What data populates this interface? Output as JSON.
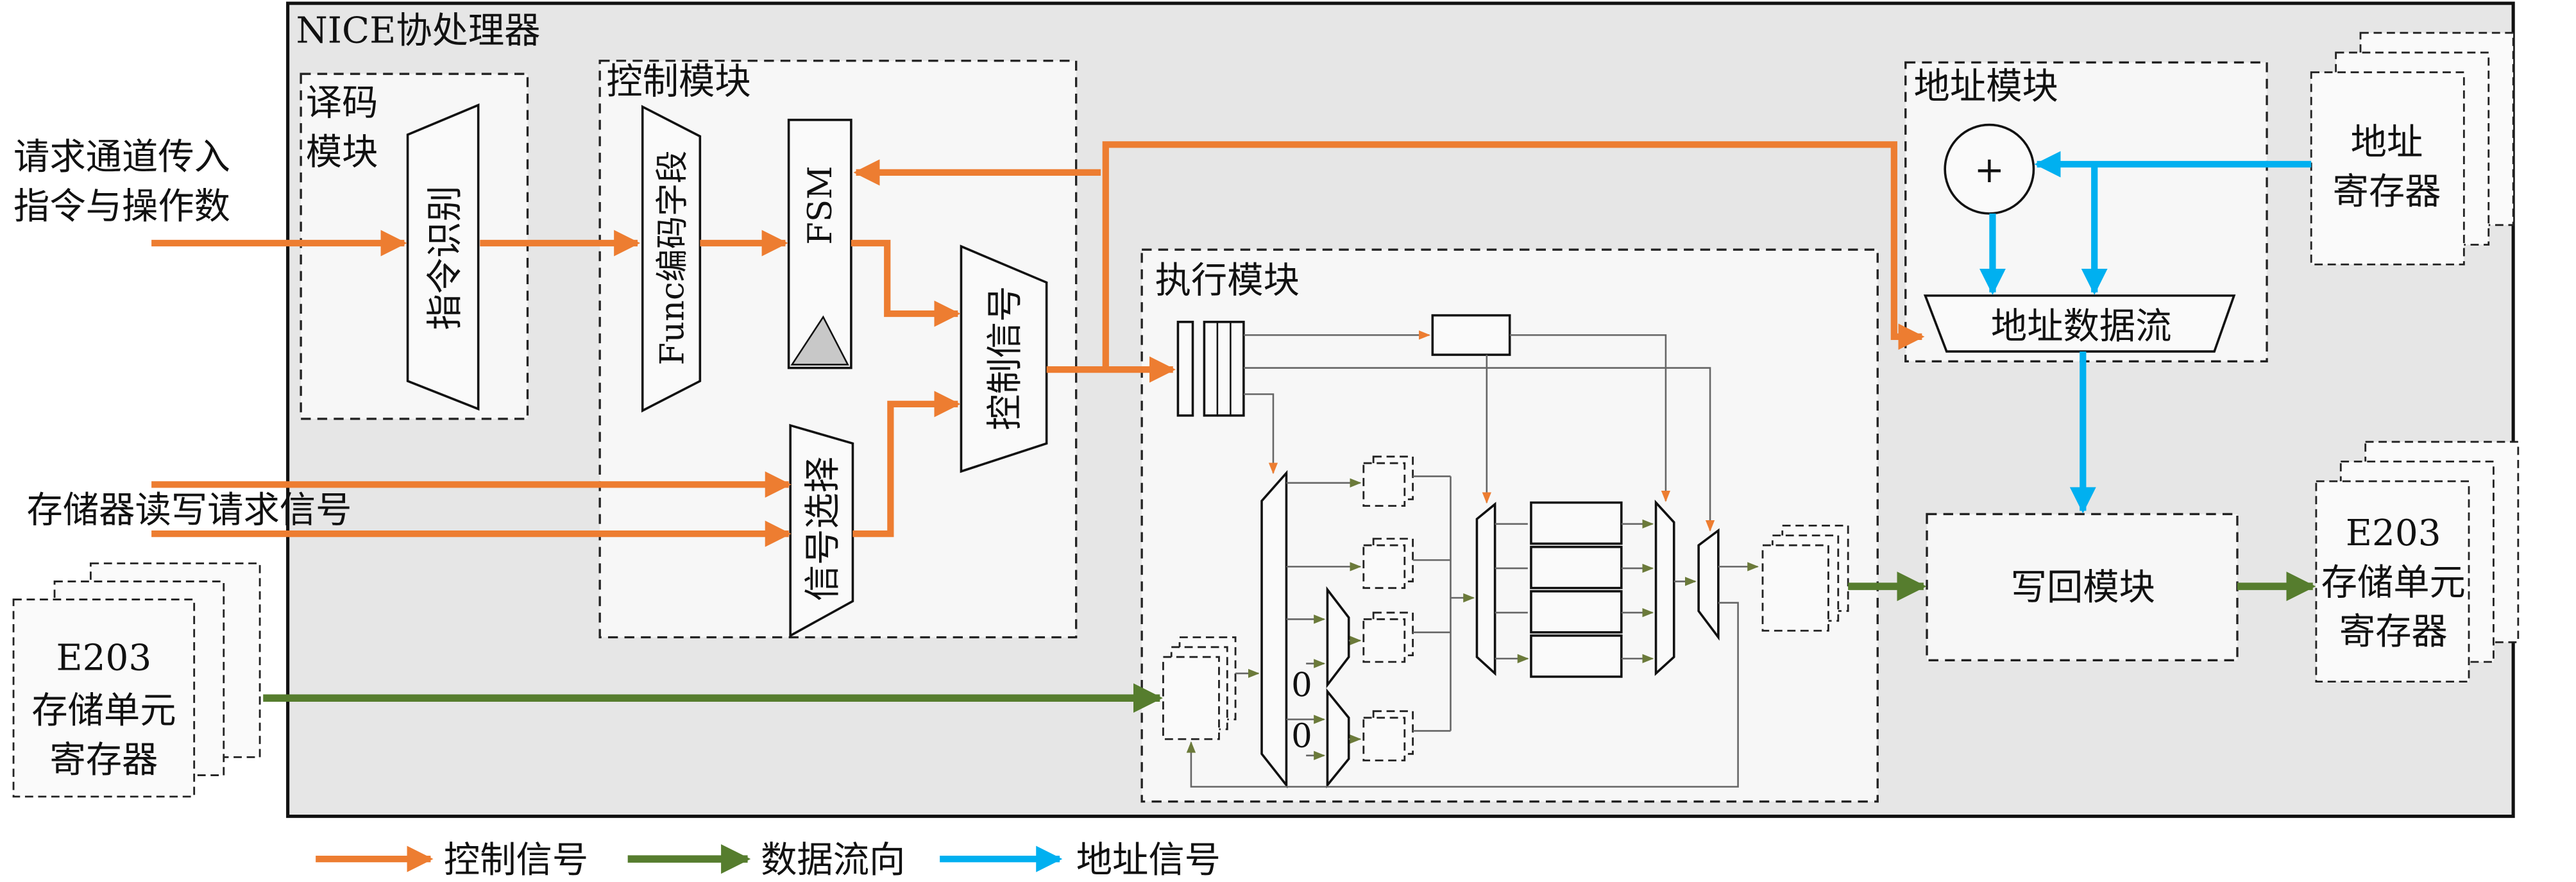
{
  "colors": {
    "control": "#ed7d31",
    "data": "#567d2e",
    "address": "#00b0f0",
    "coprocessor_bg": "#e6e6e6"
  },
  "coprocessor": {
    "title": "NICE协处理器"
  },
  "inputs": {
    "request_line1": "请求通道传入",
    "request_line2": "指令与操作数",
    "mem_request": "存储器读写请求信号"
  },
  "decode": {
    "label_line1": "译码",
    "label_line2": "模块",
    "instr_recog": "指令识别"
  },
  "control": {
    "label": "控制模块",
    "func_field": "Func编码字段",
    "fsm": "FSM",
    "signal_select": "信号选择",
    "control_signal": "控制信号"
  },
  "address": {
    "label": "地址模块",
    "adder": "+",
    "data_flow": "地址数据流",
    "reg_line1": "地址",
    "reg_line2": "寄存器"
  },
  "execute": {
    "label": "执行模块",
    "zero_a": "0",
    "zero_b": "0"
  },
  "writeback": {
    "label": "写回模块"
  },
  "e203_left": {
    "line1": "E203",
    "line2": "存储单元",
    "line3": "寄存器"
  },
  "e203_right": {
    "line1": "E203",
    "line2": "存储单元",
    "line3": "寄存器"
  },
  "legend": [
    {
      "label": "控制信号",
      "color": "#ed7d31"
    },
    {
      "label": "数据流向",
      "color": "#567d2e"
    },
    {
      "label": "地址信号",
      "color": "#00b0f0"
    }
  ]
}
